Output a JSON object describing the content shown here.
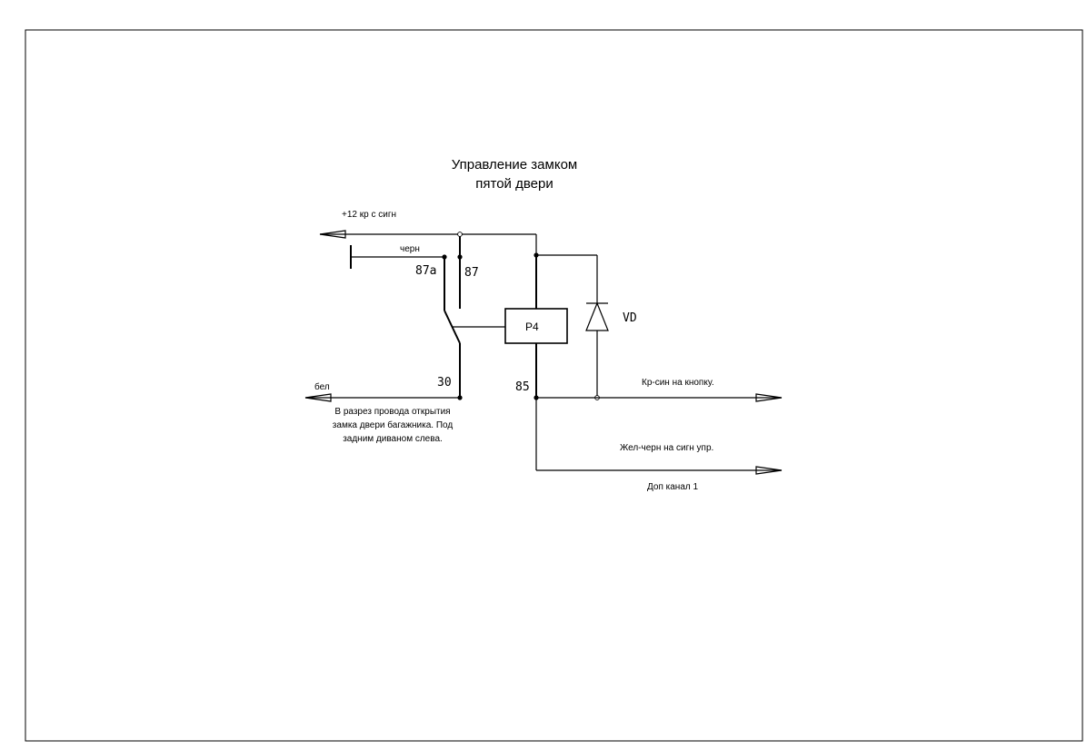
{
  "title": {
    "line1": "Управление замком",
    "line2": "пятой двери"
  },
  "wires": {
    "power": "+12 кр с сигн",
    "ground": "черн",
    "white": "бел",
    "button": "Кр-син на кнопку.",
    "control": "Жел-черн на сигн упр.",
    "channel": "Доп канал 1"
  },
  "note": {
    "line1": "В разрез провода открытия",
    "line2": "замка двери багажника. Под",
    "line3": "задним диваном слева."
  },
  "relay": {
    "name": "Р4",
    "pin_87a": "87а",
    "pin_87": "87",
    "pin_30": "30",
    "pin_85": "85"
  },
  "diode": {
    "label": "VD"
  },
  "colors": {
    "line": "#000000",
    "background": "#ffffff"
  }
}
